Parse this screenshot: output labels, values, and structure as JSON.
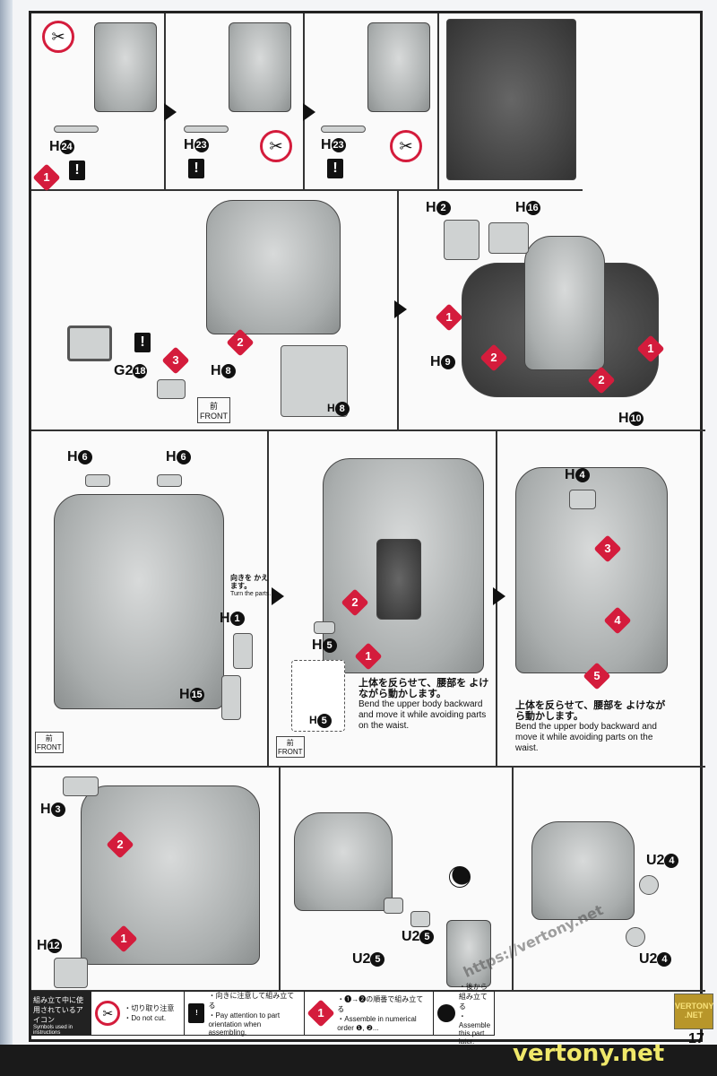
{
  "page_number": "17",
  "parts": {
    "h24": "H",
    "h24_num": "24",
    "h23a": "H",
    "h23a_num": "23",
    "h23b": "H",
    "h23b_num": "23",
    "h2": "H",
    "h2_num": "2",
    "h16": "H",
    "h16_num": "16",
    "h9": "H",
    "h9_num": "9",
    "h10": "H",
    "h10_num": "10",
    "g2": "G2",
    "g2_num": "18",
    "h8": "H",
    "h8_num": "8",
    "h8b": "H",
    "h8b_num": "8",
    "h6a": "H",
    "h6_num": "6",
    "h6b": "H",
    "h1": "H",
    "h1_num": "1",
    "h15": "H",
    "h15_num": "15",
    "h5": "H",
    "h5_num": "5",
    "h5b": "H",
    "h5b_num": "5",
    "h4": "H",
    "h4_num": "4",
    "h3": "H",
    "h3_num": "3",
    "h12": "H",
    "h12_num": "12",
    "u25a": "U2",
    "u25_num": "5",
    "u25b": "U2",
    "u24a": "U2",
    "u24_num": "4",
    "u24b": "U2"
  },
  "steps": [
    "1",
    "2",
    "3",
    "4",
    "5"
  ],
  "warn_symbol": "!",
  "front_label_jp": "前",
  "front_label": "FRONT",
  "turn_note": {
    "jp": "向きを かえます。",
    "en": "Turn the parts."
  },
  "bend_note": {
    "jp": "上体を反らせて、腰部を よけながら動かします。",
    "en": "Bend the upper body backward and move it while avoiding parts on the waist."
  },
  "legend": {
    "title_jp": "組み立て中に使用されているアイコン",
    "title_en": "Symbols used in instructions",
    "nocut_jp": "・切り取り注意",
    "nocut_en": "・Do not cut.",
    "orient_jp": "・向きに注意して組み立てる",
    "orient_en": "・Pay attention to part orientation when assembling.",
    "order_jp": "・❶→❷の順番で組み立てる",
    "order_en": "・Assemble in numerical order ❶, ❷...",
    "later_jp": "・後から組み立てる",
    "later_en": "・Assemble this part later."
  },
  "watermarks": {
    "logo": "VERTONY .NET",
    "site": "vertony.net",
    "url": "https://vertony.net"
  },
  "colors": {
    "accent": "#d41c3c",
    "watermark": "#f0e86a"
  }
}
